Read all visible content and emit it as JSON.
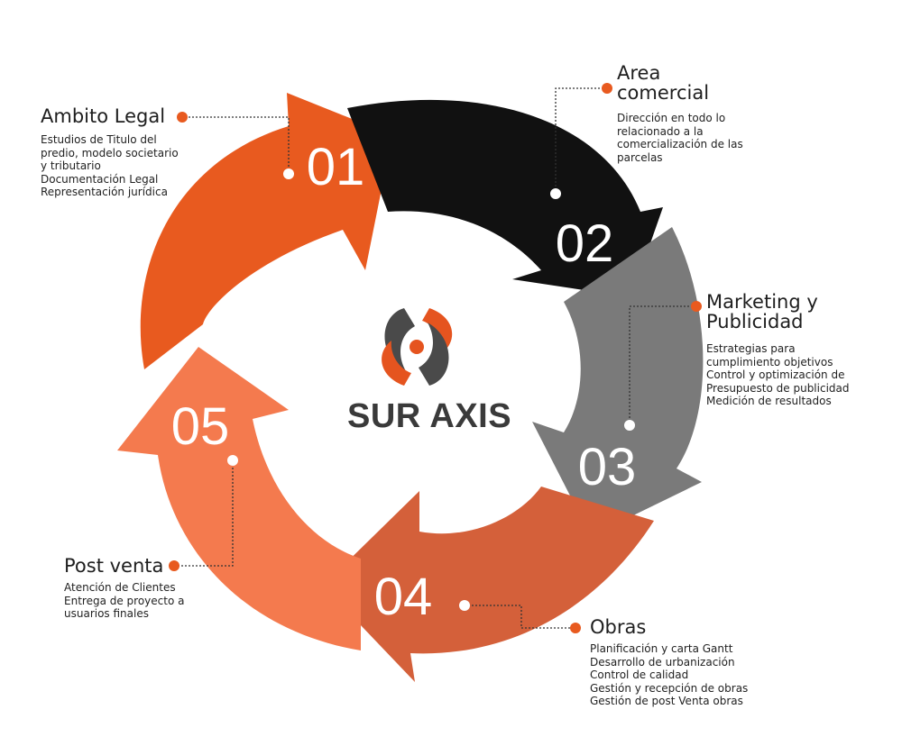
{
  "brand": {
    "name": "SUR AXIS",
    "logo_icon": "sur-axis-logo-icon",
    "colors": {
      "orange": "#e5541f",
      "dark": "#4a4a4a"
    }
  },
  "steps": [
    {
      "number": "01",
      "title": "Ambito Legal",
      "color": "#e85a1f",
      "lines": [
        "Estudios de Titulo del",
        "predio, modelo societario",
        "y tributario",
        "Documentación Legal",
        "Representación jurídica"
      ]
    },
    {
      "number": "02",
      "title_lines": [
        "Area",
        "comercial"
      ],
      "color": "#111111",
      "lines": [
        "Dirección en todo lo",
        "relacionado a la",
        "comercialización de las",
        "parcelas"
      ]
    },
    {
      "number": "03",
      "title_lines": [
        "Marketing y",
        "Publicidad"
      ],
      "color": "#7a7a7a",
      "lines": [
        "Estrategias para",
        "cumplimiento objetivos",
        "Control y optimización de",
        "Presupuesto de publicidad",
        "Medición de resultados"
      ]
    },
    {
      "number": "04",
      "title": "Obras",
      "color": "#d4603a",
      "lines": [
        "Planificación y carta Gantt",
        "Desarrollo de urbanización",
        "Control de calidad",
        "Gestión y recepción de obras",
        "Gestión de post Venta obras"
      ]
    },
    {
      "number": "05",
      "title": "Post venta",
      "color": "#f47a4e",
      "lines": [
        "Atención de Clientes",
        "Entrega de proyecto a",
        "usuarios finales"
      ]
    }
  ],
  "connector_color": "#e85a1f"
}
